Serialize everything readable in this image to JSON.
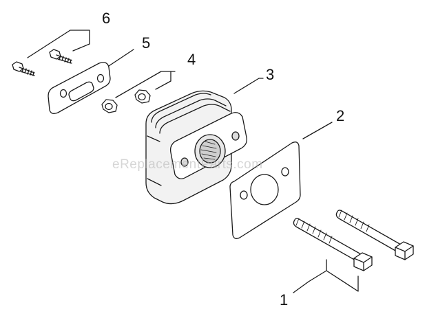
{
  "callouts": {
    "c1": "1",
    "c2": "2",
    "c3": "3",
    "c4": "4",
    "c5": "5",
    "c6": "6"
  },
  "watermark": "eReplacementParts.com",
  "colors": {
    "line": "#1a1a1a",
    "fill": "#ffffff",
    "shade": "#e6e6e6",
    "watermark": "#b4b4b4"
  }
}
